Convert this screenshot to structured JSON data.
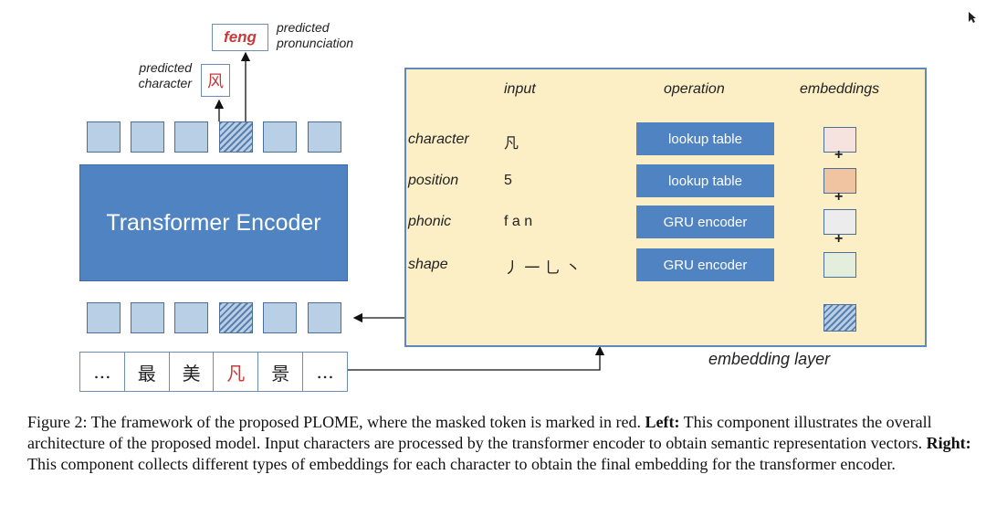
{
  "output": {
    "pronunciation": "feng",
    "pronunciation_label": "predicted\npronunciation",
    "character": "风",
    "character_label": "predicted\ncharacter"
  },
  "encoder": {
    "title": "Transformer Encoder"
  },
  "input_tokens": [
    "...",
    "最",
    "美",
    "凡",
    "景",
    "..."
  ],
  "embedding_layer": {
    "label": "embedding layer",
    "headers": {
      "input": "input",
      "operation": "operation",
      "embeddings": "embeddings"
    },
    "rows": [
      {
        "type": "character",
        "input": "凡",
        "operation": "lookup table",
        "color": "#f6e3df"
      },
      {
        "type": "position",
        "input": "5",
        "operation": "lookup table",
        "color": "#f0c3a1"
      },
      {
        "type": "phonic",
        "input": "f a n",
        "operation": "GRU encoder",
        "color": "#ececec"
      },
      {
        "type": "shape",
        "input": "丿 一 乚 丶",
        "operation": "GRU encoder",
        "color": "#e3efdc"
      }
    ],
    "plus": "+"
  },
  "caption": {
    "prefix": "Figure 2:  The framework of the proposed PLOME, where the masked token is marked in red. ",
    "left_label": "Left:",
    "left_text": " This component illustrates the overall architecture of the proposed model. Input characters are processed by the transformer encoder to obtain semantic representation vectors. ",
    "right_label": "Right:",
    "right_text": " This component collects different types of embeddings for each character to obtain the final embedding for the transformer encoder."
  },
  "colors": {
    "accent": "#4f83c2",
    "panel": "#fcefc6",
    "mask": "#c63a3a"
  }
}
